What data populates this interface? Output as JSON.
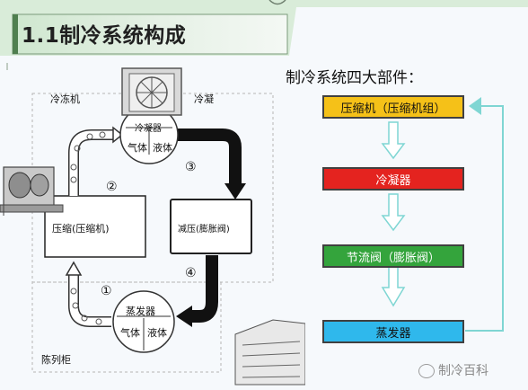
{
  "header": {
    "title": "1.1制冷系统构成"
  },
  "diagram": {
    "region_freezer": "冷冻机",
    "region_condense": "冷凝",
    "region_showcase": "陈列柜",
    "condenser_label": "冷凝器",
    "evaporator_label": "蒸发器",
    "gas_label": "气体",
    "liquid_label": "液体",
    "compressor_box": "压缩(压缩机)",
    "expansion_box": "减压(膨胀阀)",
    "step_1": "①",
    "step_2": "②",
    "step_3": "③",
    "step_4": "④"
  },
  "flow": {
    "title": "制冷系统四大部件：",
    "steps": [
      {
        "label": "压缩机（压缩机组）",
        "color": "#f5c118",
        "text_color": "#111111"
      },
      {
        "label": "冷凝器",
        "color": "#e4231f",
        "text_color": "#ffffff"
      },
      {
        "label": "节流阀（膨胀阀）",
        "color": "#34a43c",
        "text_color": "#ffffff"
      },
      {
        "label": "蒸发器",
        "color": "#2fb8ec",
        "text_color": "#111111"
      }
    ],
    "arrow_color": "#7fd6d3"
  },
  "watermark": "制冷百科"
}
